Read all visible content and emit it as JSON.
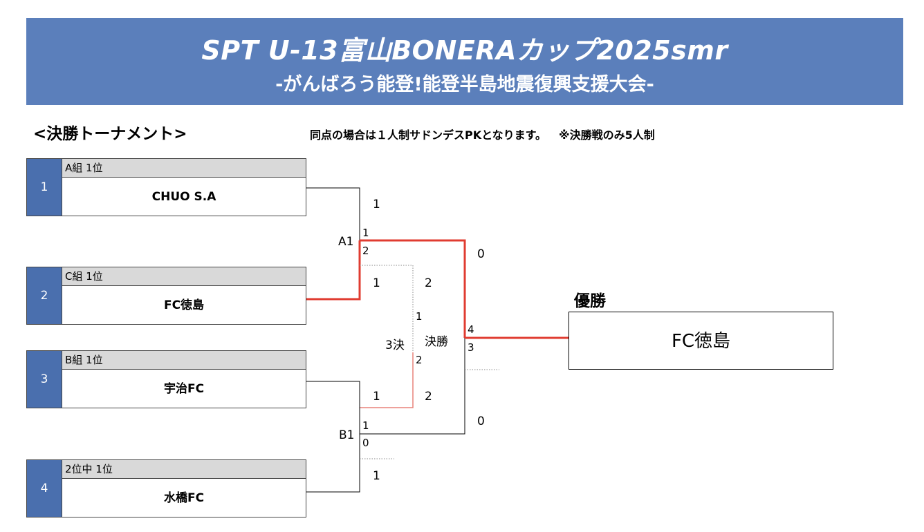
{
  "title_line1": "SPT U-13富山BONERAカップ2025smr",
  "title_line2": "-がんばろう能登!能登半島地震復興支援大会-",
  "section_title": "<決勝トーナメント>",
  "note_line": "同点の場合は１人制サドンデスPKとなります。",
  "note_extra": "※決勝戦のみ5人制",
  "teams": [
    {
      "seed": "1",
      "group": "A組 1位",
      "name": "CHUO S.A"
    },
    {
      "seed": "2",
      "group": "C組 1位",
      "name": "FC徳島"
    },
    {
      "seed": "3",
      "group": "B組 1位",
      "name": "宇治FC"
    },
    {
      "seed": "4",
      "group": "2位中 1位",
      "name": "水橋FC"
    }
  ],
  "matches": {
    "a1": {
      "label": "A1",
      "score_top": "1",
      "score_bottom": "1",
      "pk_top": "1",
      "pk_bottom": "2"
    },
    "b1": {
      "label": "B1",
      "score_top": "1",
      "score_bottom": "1",
      "pk_top": "1",
      "pk_bottom": "0"
    },
    "third": {
      "label": "3決",
      "score_top": "2",
      "score_bottom": "2",
      "pk_top": "1",
      "pk_bottom": "2"
    },
    "final": {
      "label": "決勝",
      "score_top": "0",
      "score_bottom": "0",
      "pk_top": "4",
      "pk_bottom": "3"
    }
  },
  "champion": {
    "label": "優勝",
    "name": "FC徳島"
  },
  "colors": {
    "banner": "#5b7fbb",
    "seed_box": "#4a6fae",
    "winner_line": "#e03c31",
    "third_line": "#e8827a"
  }
}
